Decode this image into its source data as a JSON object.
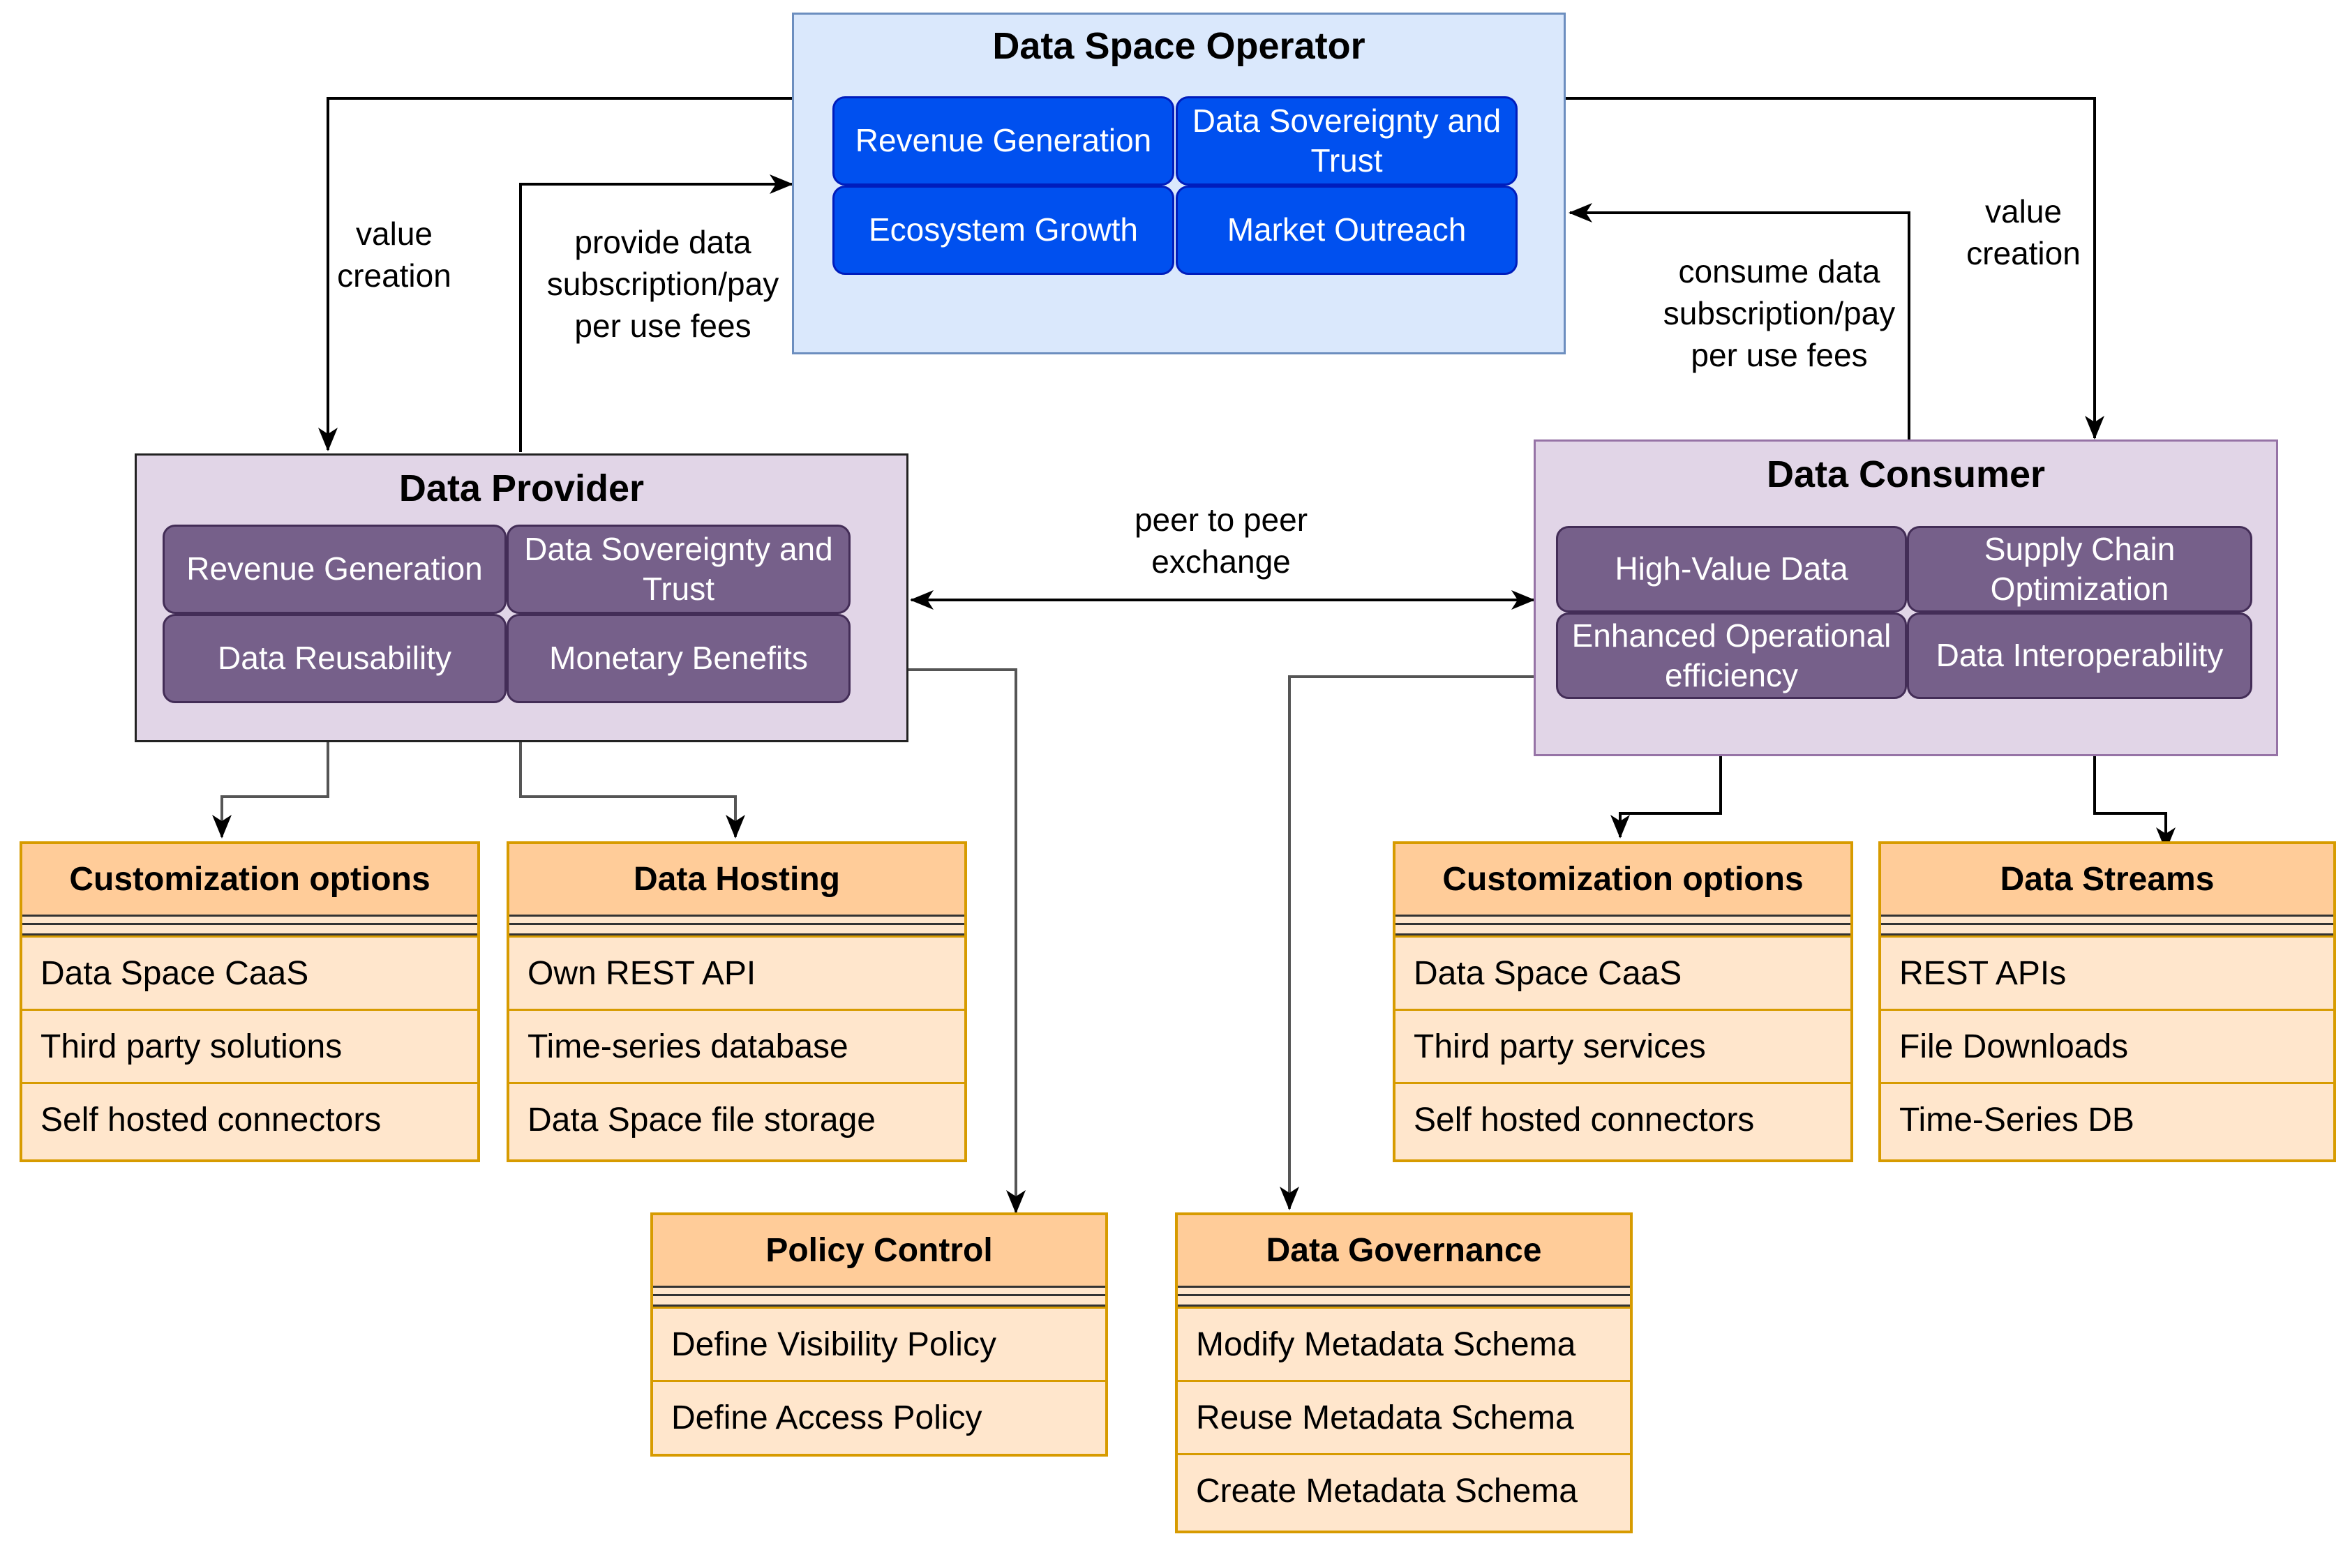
{
  "operator": {
    "title": "Data Space Operator",
    "tiles": [
      "Revenue Generation",
      "Data Sovereignty and Trust",
      "Ecosystem Growth",
      "Market Outreach"
    ]
  },
  "provider": {
    "title": "Data Provider",
    "tiles": [
      "Revenue Generation",
      "Data Sovereignty and Trust",
      "Data Reusability",
      "Monetary Benefits"
    ]
  },
  "consumer": {
    "title": "Data Consumer",
    "tiles": [
      "High-Value Data",
      "Supply Chain Optimization",
      "Enhanced Operational efficiency",
      "Data Interoperability"
    ]
  },
  "edges": {
    "value_creation_left": "value\ncreation",
    "provide_fees": "provide data\nsubscription/pay\nper use fees",
    "consume_fees": "consume data\nsubscription/pay\nper use fees",
    "value_creation_right": "value\ncreation",
    "peer_exchange": "peer to peer\nexchange"
  },
  "tables": {
    "provider_customization": {
      "title": "Customization options",
      "rows": [
        "Data Space CaaS",
        "Third party solutions",
        "Self hosted connectors"
      ]
    },
    "data_hosting": {
      "title": "Data Hosting",
      "rows": [
        "Own REST API",
        "Time-series database",
        "Data Space file storage"
      ]
    },
    "consumer_customization": {
      "title": "Customization options",
      "rows": [
        "Data Space CaaS",
        "Third party services",
        "Self hosted connectors"
      ]
    },
    "data_streams": {
      "title": "Data Streams",
      "rows": [
        "REST APIs",
        "File Downloads",
        "Time-Series DB"
      ]
    },
    "policy_control": {
      "title": "Policy Control",
      "rows": [
        "Define Visibility Policy",
        "Define Access Policy"
      ]
    },
    "data_governance": {
      "title": "Data Governance",
      "rows": [
        "Modify Metadata Schema",
        "Reuse Metadata Schema",
        "Create Metadata Schema"
      ]
    }
  },
  "colors": {
    "operator_fill": "#dae8fc",
    "operator_tile": "#0050ef",
    "role_fill": "#e1d5e7",
    "role_tile": "#76608a",
    "table_header": "#ffcc99",
    "table_body": "#ffe6cc",
    "table_border": "#d79b00"
  }
}
